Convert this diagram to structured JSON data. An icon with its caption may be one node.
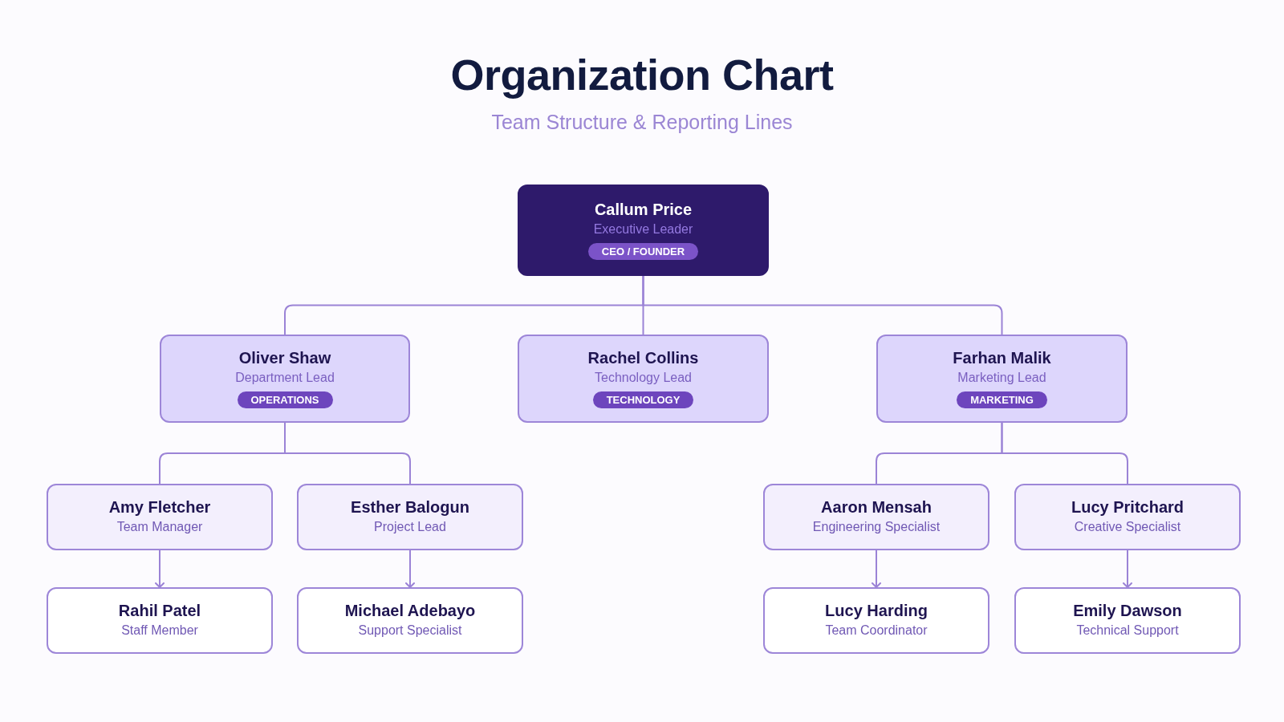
{
  "diagram": {
    "title": "Organization Chart",
    "labels": [
      "Team Structure & Reporting Lines"
    ],
    "nodes": [
      {
        "text": [
          "Callum Price",
          "Executive Leader",
          "CEO / FOUNDER"
        ]
      },
      {
        "text": [
          "Oliver Shaw",
          "Department Lead",
          "OPERATIONS"
        ]
      },
      {
        "text": [
          "Rachel Collins",
          "Technology Lead",
          "TECHNOLOGY"
        ]
      },
      {
        "text": [
          "Farhan Malik",
          "Marketing Lead",
          "MARKETING"
        ]
      },
      {
        "text": [
          "Amy Fletcher",
          "Team Manager"
        ]
      },
      {
        "text": [
          "Esther Balogun",
          "Project Lead"
        ]
      },
      {
        "text": [
          "Aaron Mensah",
          "Engineering Specialist"
        ]
      },
      {
        "text": [
          "Lucy Pritchard",
          "Creative Specialist"
        ]
      },
      {
        "text": [
          "Rahil Patel",
          "Staff Member"
        ]
      },
      {
        "text": [
          "Michael Adebayo",
          "Support Specialist"
        ]
      },
      {
        "text": [
          "Lucy Harding",
          "Team Coordinator"
        ]
      },
      {
        "text": [
          "Emily Dawson",
          "Technical Support"
        ]
      }
    ],
    "edges": [
      {
        "from": 0,
        "to": 1,
        "arrow": "none"
      },
      {
        "from": 0,
        "to": 2,
        "arrow": "none"
      },
      {
        "from": 0,
        "to": 3,
        "arrow": "none"
      },
      {
        "from": 1,
        "to": 4,
        "arrow": "none"
      },
      {
        "from": 1,
        "to": 5,
        "arrow": "none"
      },
      {
        "from": 3,
        "to": 6,
        "arrow": "none"
      },
      {
        "from": 3,
        "to": 7,
        "arrow": "none"
      },
      {
        "from": 4,
        "to": 8,
        "arrow": "to"
      },
      {
        "from": 5,
        "to": 9,
        "arrow": "to"
      },
      {
        "from": 6,
        "to": 10,
        "arrow": "to"
      },
      {
        "from": 7,
        "to": 11,
        "arrow": "to"
      }
    ]
  }
}
